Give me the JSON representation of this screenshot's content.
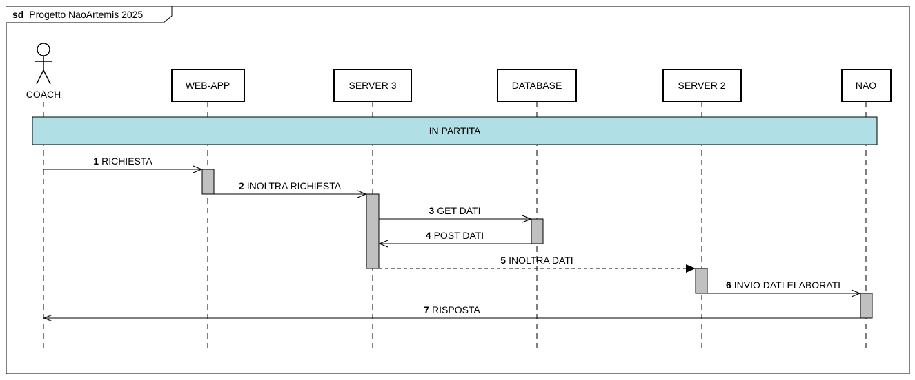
{
  "frame": {
    "keyword": "sd",
    "title": "Progetto NaoArtemis 2025"
  },
  "actor": {
    "name": "COACH"
  },
  "participants": [
    "WEB-APP",
    "SERVER 3",
    "DATABASE",
    "SERVER 2",
    "NAO"
  ],
  "fragment": {
    "label": "IN PARTITA",
    "color": "#b0dfe5"
  },
  "messages": [
    {
      "num": "1",
      "text": "RICHIESTA",
      "from": "COACH",
      "to": "WEB-APP",
      "style": "sync"
    },
    {
      "num": "2",
      "text": "INOLTRA RICHIESTA",
      "from": "WEB-APP",
      "to": "SERVER 3",
      "style": "sync"
    },
    {
      "num": "3",
      "text": "GET DATI",
      "from": "SERVER 3",
      "to": "DATABASE",
      "style": "sync"
    },
    {
      "num": "4",
      "text": "POST DATI",
      "from": "DATABASE",
      "to": "SERVER 3",
      "style": "sync"
    },
    {
      "num": "5",
      "text": "INOLTRA DATI",
      "from": "SERVER 3",
      "to": "SERVER 2",
      "style": "dashed-filled"
    },
    {
      "num": "6",
      "text": "INVIO DATI ELABORATI",
      "from": "SERVER 2",
      "to": "NAO",
      "style": "sync"
    },
    {
      "num": "7",
      "text": "RISPOSTA",
      "from": "NAO",
      "to": "COACH",
      "style": "sync"
    }
  ],
  "colors": {
    "activation": "#c0c0c0",
    "line": "#000000"
  }
}
